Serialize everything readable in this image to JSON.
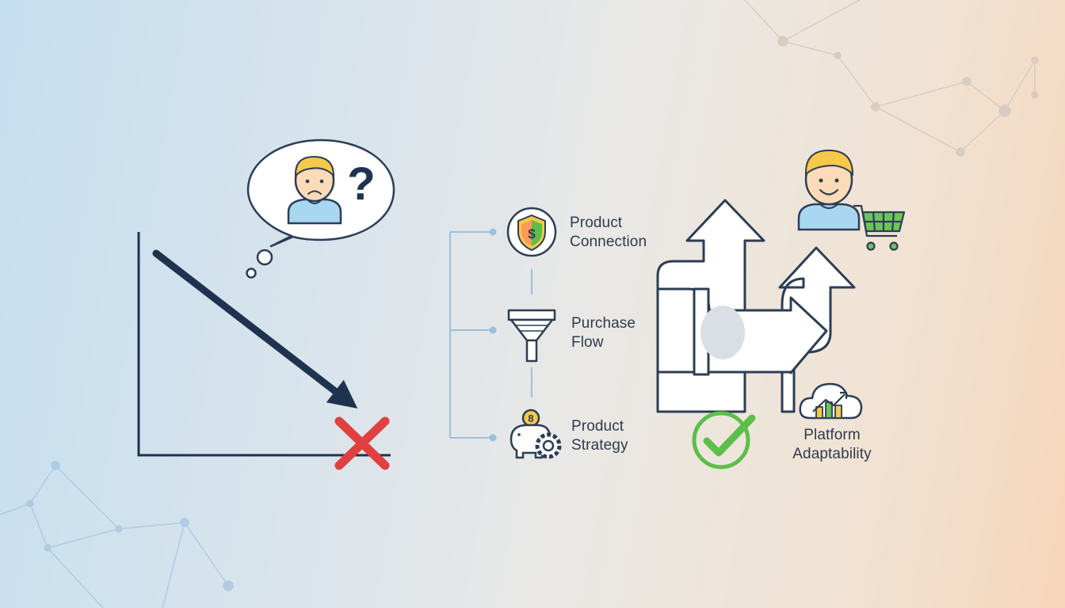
{
  "steps": [
    {
      "icon": "shield-dollar-icon",
      "line1": "Product",
      "line2": "Connection"
    },
    {
      "icon": "funnel-icon",
      "line1": "Purchase",
      "line2": "Flow"
    },
    {
      "icon": "piggy-bank-gear-icon",
      "line1": "Product",
      "line2": "Strategy"
    }
  ],
  "thought_bubble": {
    "symbol": "?"
  },
  "outcome": {
    "line1": "Platform",
    "line2": "Adaptability"
  },
  "colors": {
    "ink": "#1f3350",
    "outline": "#2c3e55",
    "fail_red": "#e04040",
    "success_green": "#5cbf4a",
    "skin": "#fddbb8",
    "hair": "#f7c94a",
    "shirt": "#a9d6f0",
    "line_blue": "#9cc0da",
    "mesh": "#a9c6e0"
  }
}
